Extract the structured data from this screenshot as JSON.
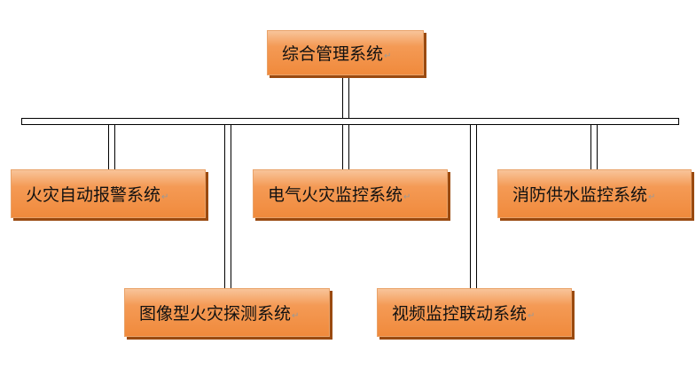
{
  "return_mark": "↵",
  "root": {
    "label": "综合管理系统"
  },
  "children": [
    {
      "label": "火灾自动报警系统"
    },
    {
      "label": "电气火灾监控系统"
    },
    {
      "label": "消防供水监控系统"
    },
    {
      "label": "图像型火灾探测系统"
    },
    {
      "label": "视频监控联动系统"
    }
  ]
}
